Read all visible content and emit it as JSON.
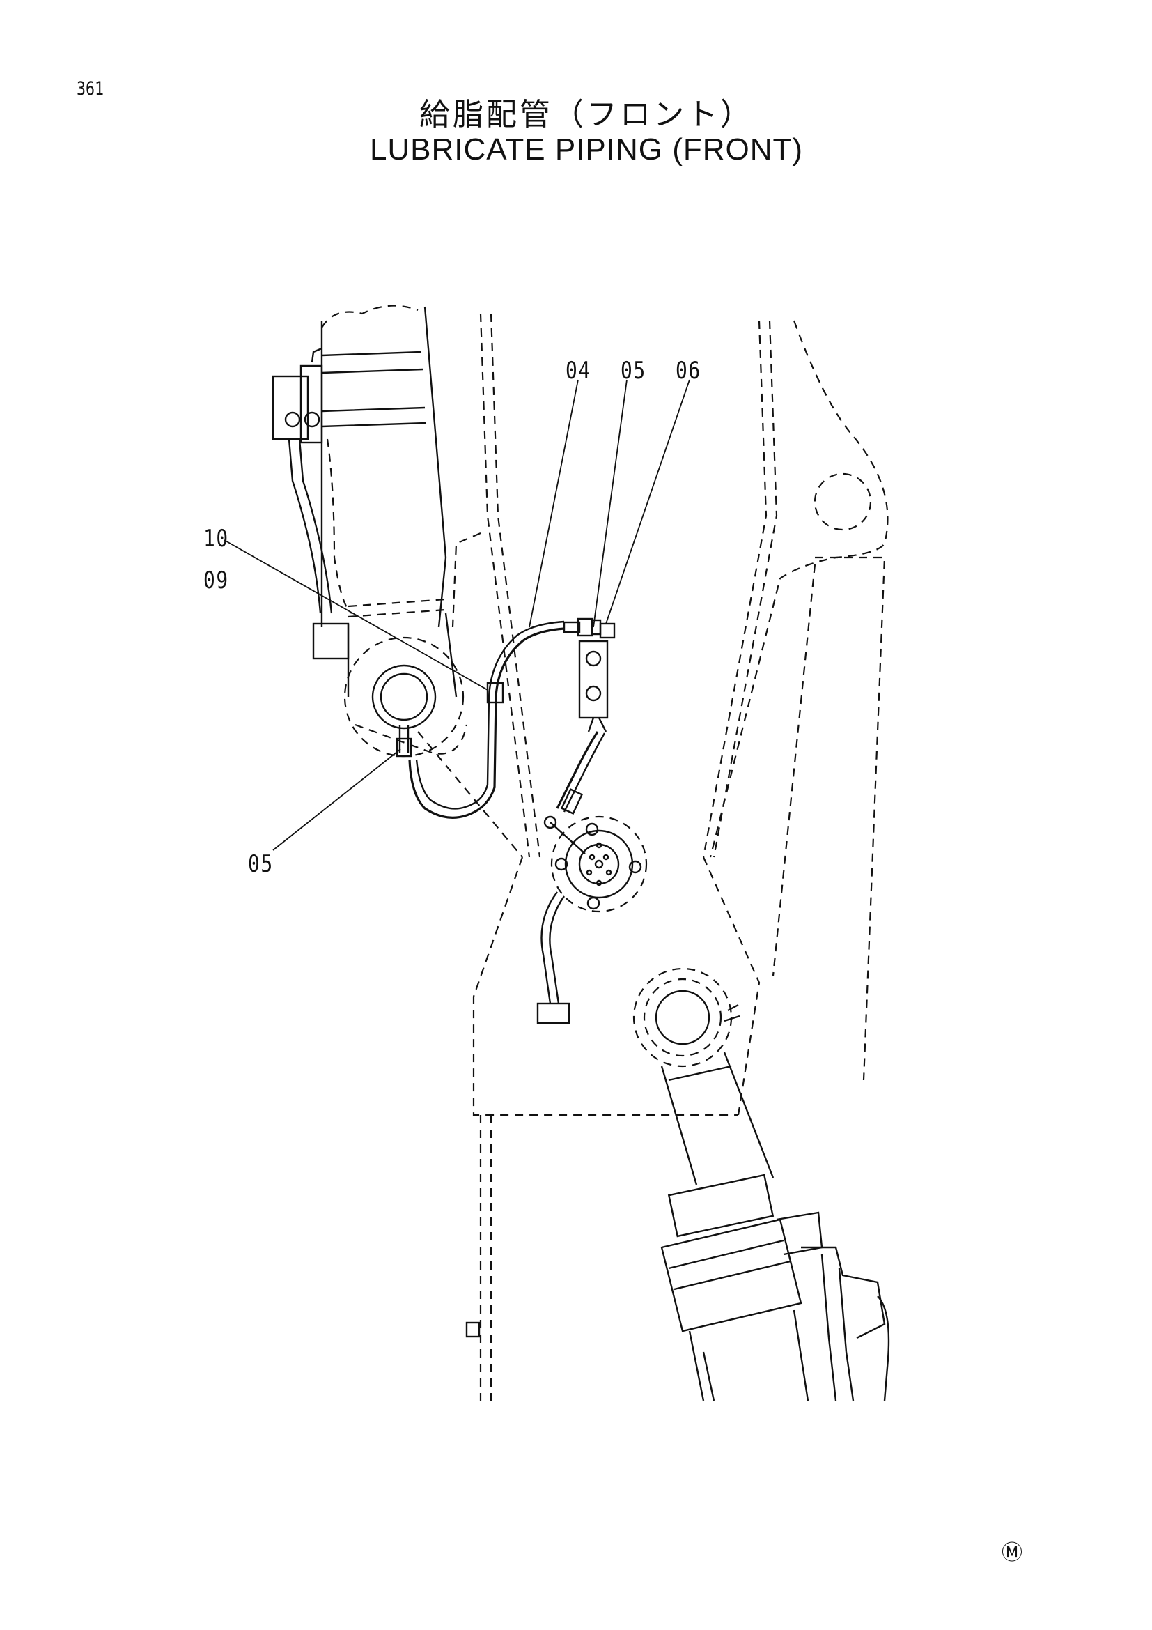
{
  "page_number": "361",
  "title_jp": "給脂配管（フロント）",
  "title_en": "LUBRICATE PIPING (FRONT)",
  "part_labels": [
    {
      "id": "04",
      "text": "04"
    },
    {
      "id": "05a",
      "text": "05"
    },
    {
      "id": "06",
      "text": "06"
    },
    {
      "id": "10",
      "text": "10"
    },
    {
      "id": "09",
      "text": "09"
    },
    {
      "id": "05b",
      "text": "05"
    }
  ],
  "mark": "Ⓜ"
}
